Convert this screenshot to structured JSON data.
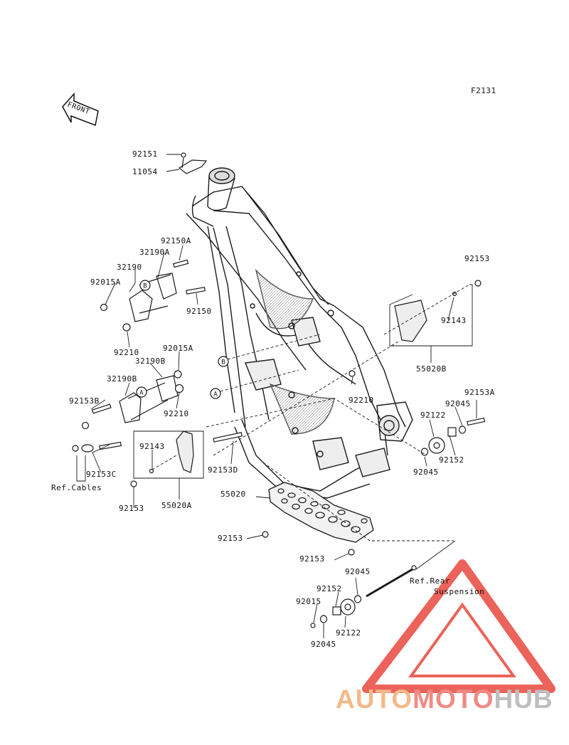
{
  "figure_code": "F2131",
  "front_label": "FRONT",
  "labels": {
    "p92151": "92151",
    "p11054": "11054",
    "p92150A": "92150A",
    "p32190A": "32190A",
    "p32190": "32190",
    "p92015A_top": "92015A",
    "p92150": "92150",
    "p92210_left": "92210",
    "p92015A_mid": "92015A",
    "p32190B_top": "32190B",
    "p32190B_mid": "32190B",
    "p92153B": "92153B",
    "p92210_mid": "92210",
    "p92153C": "92153C",
    "ref_cables": "Ref.Cables",
    "p92143_left": "92143",
    "p92153_left": "92153",
    "p55020A": "55020A",
    "p92153D": "92153D",
    "p55020": "55020",
    "p92153_plate": "92153",
    "p92153_bottom": "92153",
    "p92210_center": "92210",
    "p92153_right_top": "92153",
    "p92143_right": "92143",
    "p55020B": "55020B",
    "p92153A": "92153A",
    "p92045_rt": "92045",
    "p92122_r": "92122",
    "p92152_r": "92152",
    "p92045_rb": "92045",
    "p92045_low_top": "92045",
    "p92152_low": "92152",
    "p92015": "92015",
    "p92122_low": "92122",
    "p92045_low_bot": "92045",
    "ref_rear_1": "Ref.Rear",
    "ref_rear_2": "Suspension"
  },
  "callouts": {
    "A": "A",
    "B": "B"
  },
  "watermark": {
    "part1": "AUTO",
    "part2": "MOTO",
    "part3": "HUB"
  },
  "colors": {
    "line": "#1a1a1a",
    "watermark_red": "#e8483e",
    "watermark_orange": "#f4b98a",
    "watermark_gray": "#bfbfbf"
  }
}
